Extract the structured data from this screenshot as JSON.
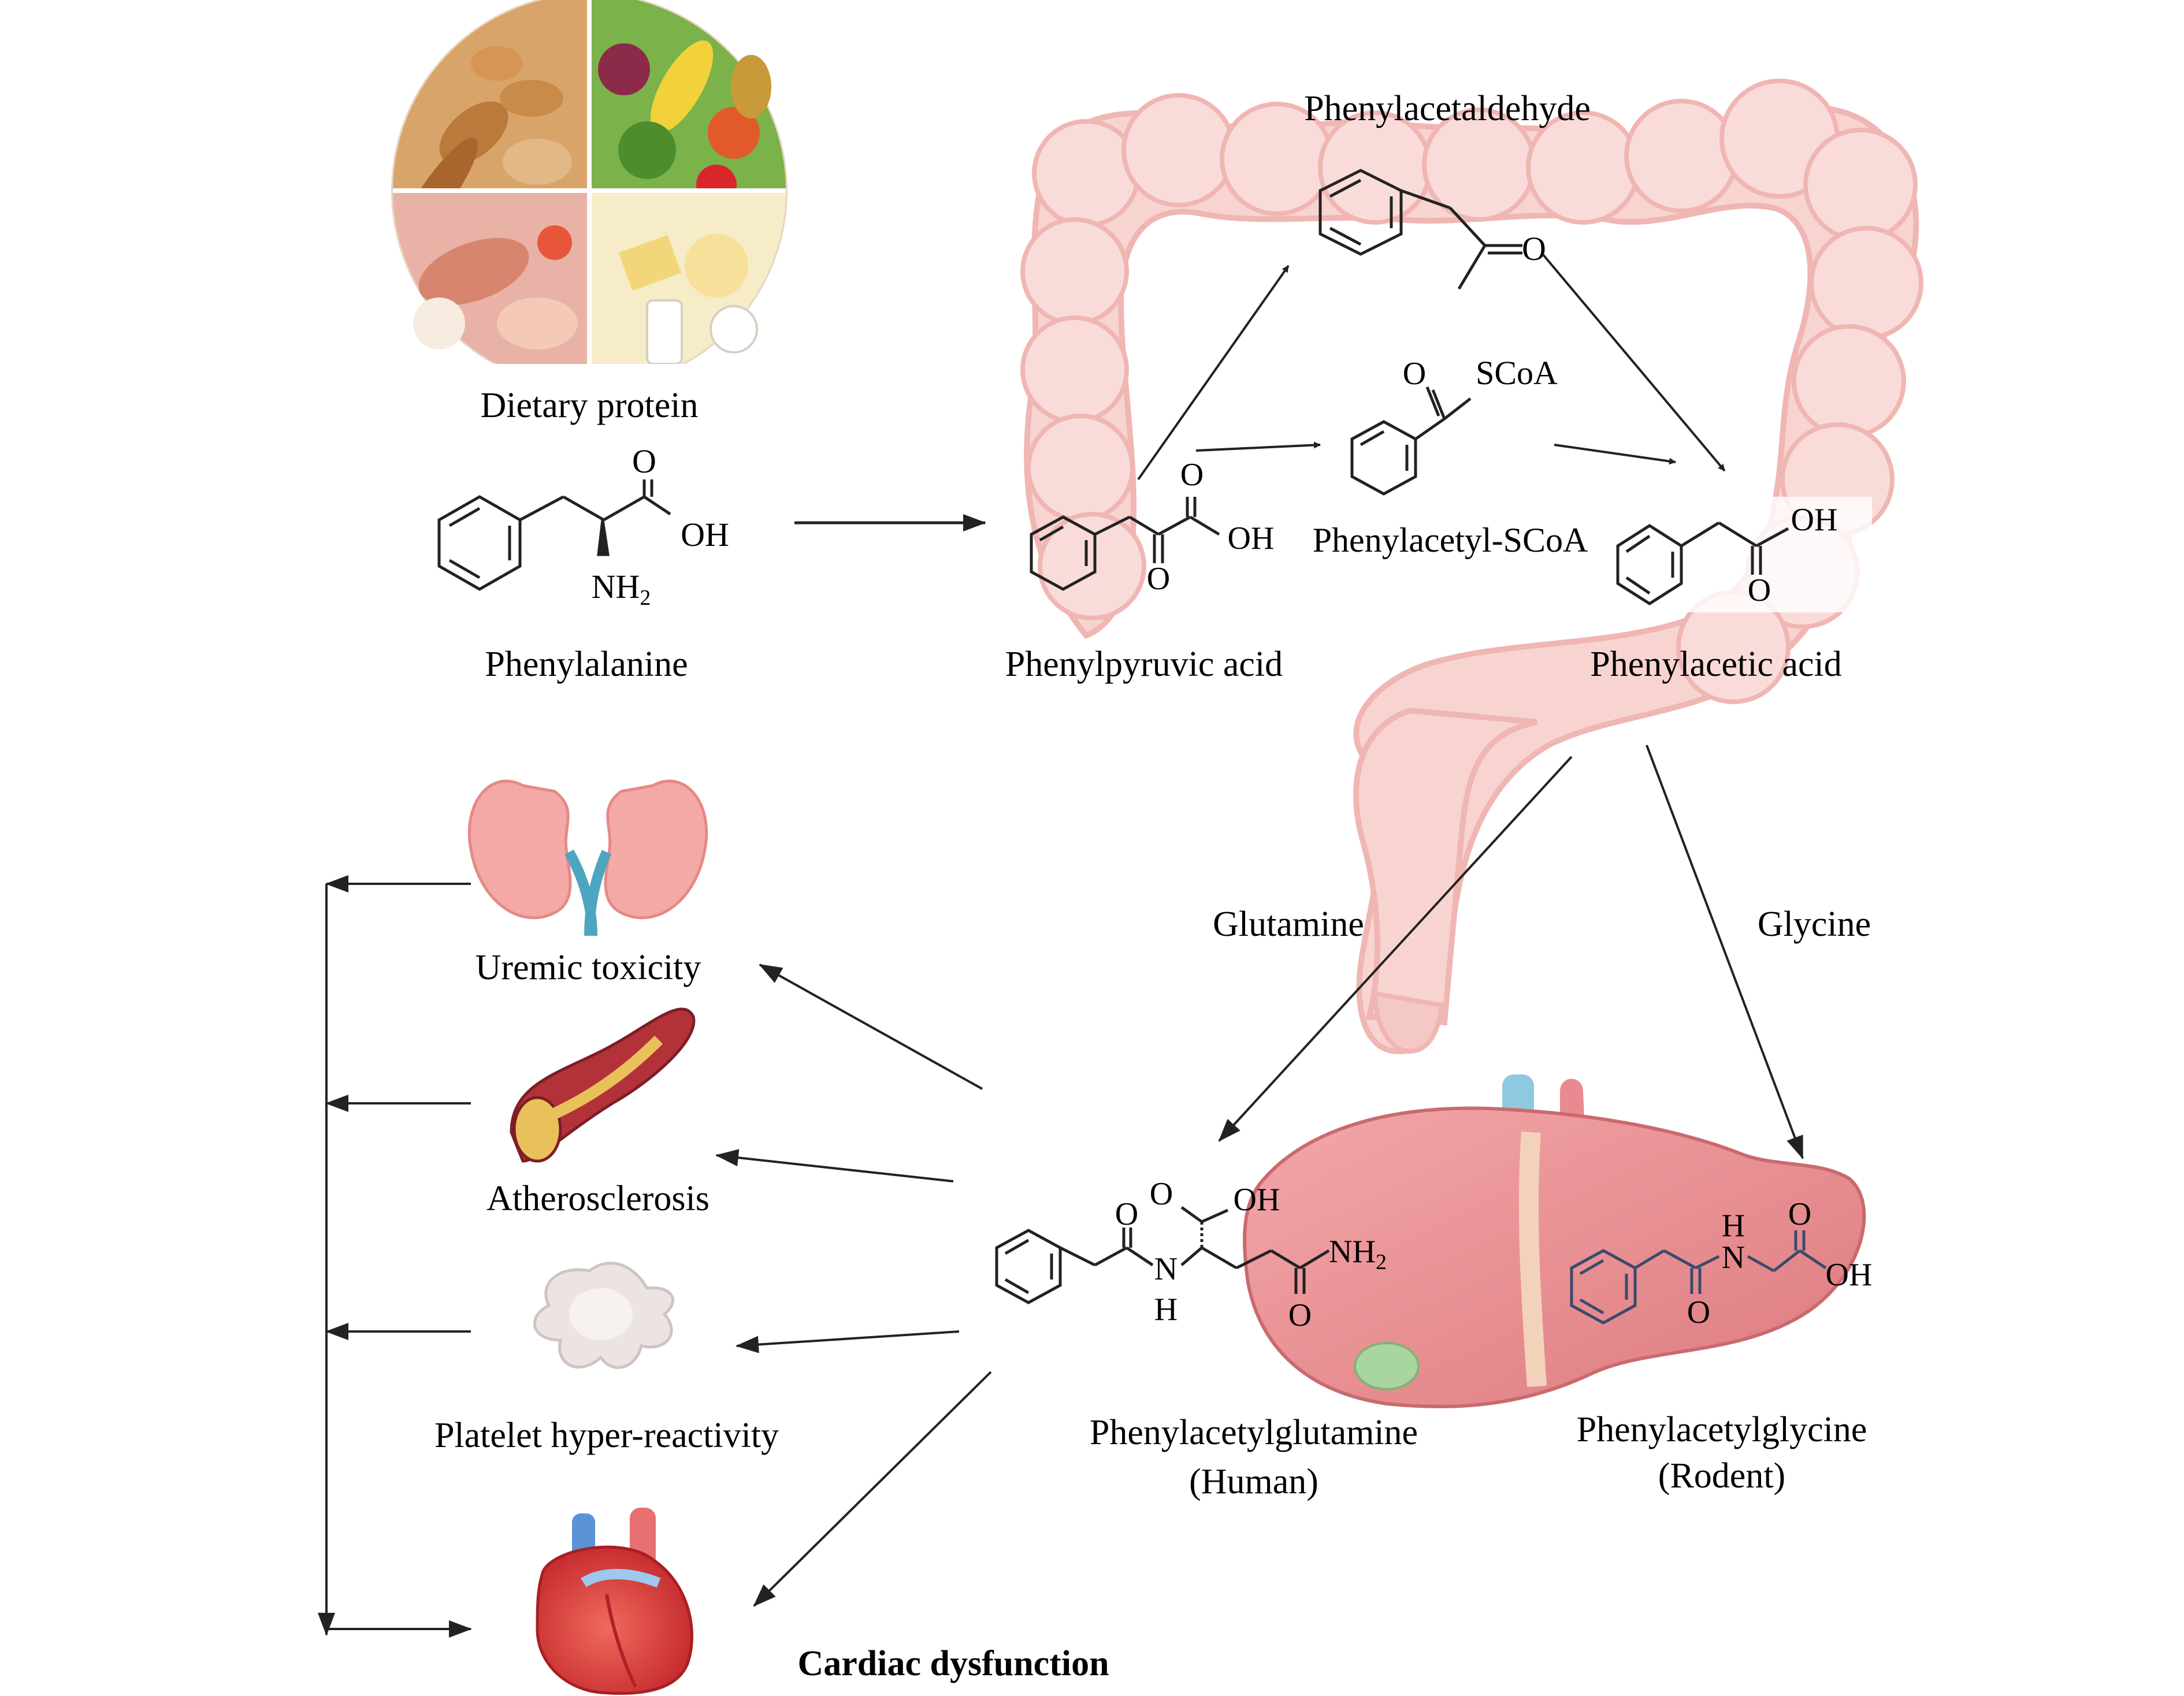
{
  "labels": {
    "dietary_protein": "Dietary protein",
    "phenylalanine": "Phenylalanine",
    "phenylpyruvic_acid": "Phenylpyruvic acid",
    "phenylacetaldehyde": "Phenylacetaldehyde",
    "phenylacetyl_scoa": "Phenylacetyl-SCoA",
    "phenylacetic_acid": "Phenylacetic acid",
    "glutamine": "Glutamine",
    "glycine": "Glycine",
    "uremic_toxicity": "Uremic toxicity",
    "atherosclerosis": "Atherosclerosis",
    "platelet": "Platelet hyper-reactivity",
    "cardiac": "Cardiac dysfunction",
    "pag_name": "Phenylacetylglutamine",
    "pag_species": "(Human)",
    "pagly_name": "Phenylacetylglycine",
    "pagly_species": "(Rodent)"
  },
  "atoms": {
    "O": "O",
    "OH": "OH",
    "N": "N",
    "H": "H",
    "NH": "NH",
    "sub2": "2",
    "SCoA": "SCoA"
  },
  "colors": {
    "intestine": "#f6c9c6",
    "intestine_stroke": "#eeaaa6",
    "liver": "#ea8f92",
    "kidney": "#f4a9a6",
    "ureter": "#4ea5bf",
    "artery": "#b3323a",
    "plaque": "#e9c15a",
    "heart": "#d93a3a",
    "platelet": "#ece4e2",
    "arrow": "#222222"
  }
}
